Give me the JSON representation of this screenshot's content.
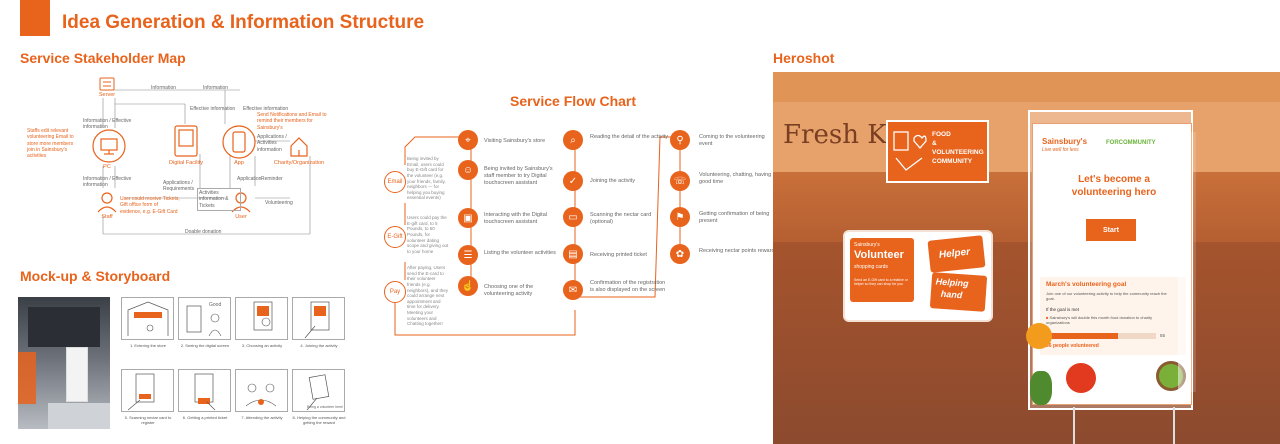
{
  "header": {
    "title": "Idea Generation & Information Structure"
  },
  "sections": {
    "stakeholder": "Service Stakeholder Map",
    "mockup": "Mock-up & Storyboard",
    "flow": "Service Flow Chart",
    "hero": "Heroshot"
  },
  "stakeholder_map": {
    "nodes": {
      "server": "Server",
      "pc": "PC",
      "staff": "Staff",
      "digital_facility": "Digital Facility",
      "app": "App",
      "user": "User",
      "charity": "Charity/Organization"
    },
    "edges": {
      "information_top": "Information",
      "information_right": "Information",
      "effective_info_1": "Effective information",
      "effective_info_2": "Effective information",
      "info_eff_left": "Information / Effective information",
      "info_eff_left2": "Information / Effective information",
      "applications": "Applications / Activities information",
      "applications2": "Applications / Requirements",
      "activities_info": "Activities information & Tickets",
      "application": "Application",
      "reminder": "Reminder",
      "volunteering": "Volunteering",
      "donation": "Doable donation"
    },
    "notes": {
      "staff_note": "Staffs edit relevant volunteering Email to store more members join in Sainsbury's activities",
      "user_note": "User could receive Tickets, Gift office form of evidence, e.g. E-Gift Card",
      "app_note": "Send Notifications and Email to remind their members for Sainsbury's"
    }
  },
  "flow_chart": {
    "channels": [
      {
        "label": "Email",
        "desc": "Being invited by Email, users could buy E-Gift card for the volunteer (e.g. your friends, family, neighbors — for helping you buying essential events)"
      },
      {
        "label": "E-Gift",
        "desc": "Users could pay the E-gift card, to 5 Pounds, to 50 Pounds, for volunteer dating scope and giving out to your home"
      },
      {
        "label": "Pay",
        "desc": "After paying, Users send the E-card to their volunteer friends (e.g. neighbors), and they could arrange next appointment and time for delivery. Meeting your volunteers and Chatting together!"
      }
    ],
    "col1": [
      "Visiting Sainsbury's store",
      "Being invited by Sainsbury's staff member to try Digital touchscreen assistant",
      "Interacting with the Digital touchscreen assistant",
      "Listing the volunteer activities",
      "Choosing one of the volunteering activity"
    ],
    "col2": [
      "Reading the detail of the activity",
      "Joining the activity",
      "Scanning the nectar card (optional)",
      "Receiving printed ticket",
      "Confirmation of the registration is also displayed on the screen"
    ],
    "col3": [
      "Coming to the volunteering event",
      "Volunteering, chatting, having a good time",
      "Getting confirmation of being present",
      "Receiving nectar points rewards"
    ]
  },
  "storyboard": {
    "captions": [
      "1. Entering the store",
      "2. Seeing the digital screen",
      "3. Choosing an activity",
      "4. Joining the activity",
      "5. Scanning nectar card to register",
      "6. Getting a printed ticket",
      "7. Attending the activity",
      "8. Helping the community and getting the reward"
    ],
    "scene2_label": "Good",
    "scene8_label": "Being a volunteer here!"
  },
  "hero": {
    "store_sign": "Fresh Ki",
    "banner": {
      "line1": "FOOD",
      "line2": "&",
      "line3": "VOLUNTEERING",
      "line4": "COMMUNITY"
    },
    "card_brand": "Sainsbury's",
    "card_title": "Volunteer",
    "card_subtitle": "shopping cards",
    "card_desc": "Send an E-Gift card to a relative or helper so they can shop for you",
    "card_helper": "Helper",
    "card_helping": "Helping",
    "card_hand": "hand",
    "kiosk": {
      "brand": "Sainsbury's",
      "tagline": "Live well for less",
      "partner": "FORCOMMUNITY",
      "headline": "Let's become a volunteering hero",
      "start": "Start",
      "goal_title": "March's volunteering goal",
      "goal_desc": "Join one of our volunteering activity to help the community reach the goal.",
      "goal_met": "If the goal is met",
      "goal_bullet": "Sainsbury's will double this month food donation to charity organizations",
      "progress_label": "36 people volunteered",
      "progress_target": "55",
      "progress": 0.65
    },
    "colors": {
      "accent": "#e8631c"
    }
  }
}
